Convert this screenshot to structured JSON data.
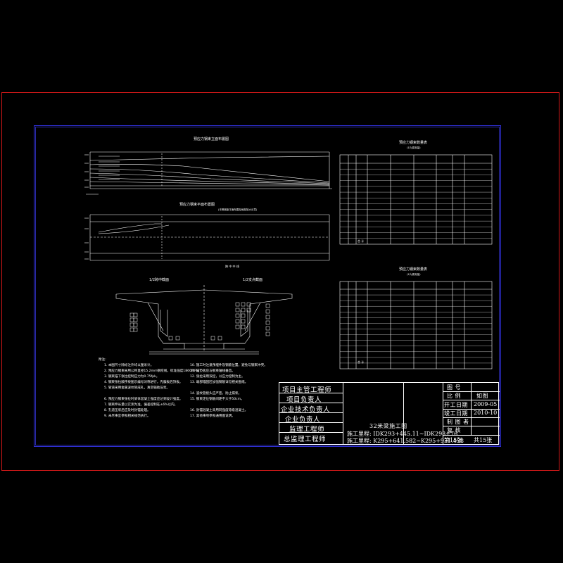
{
  "drawing": {
    "elevation_title": "预应力钢束立面布置图",
    "plan_title": "预应力钢束平面布置图",
    "plan_subtitle": "(半跨钢束平面布置及局部放大示意)",
    "plan_center_label": "跨 中 中 线",
    "section_left_title": "1/2跨中截面",
    "section_right_title": "1/2支点截面"
  },
  "tables": {
    "top_title": "预应力钢束数量表",
    "top_subtitle": "(1片梁用量)",
    "bottom_title": "预应力钢束数量表",
    "bottom_subtitle": "(1片梁用量)",
    "total_label_top": "合 计",
    "total_label_bottom": "合 计"
  },
  "notes": {
    "heading": "附注:",
    "left": [
      "1. 本图尺寸除标注外均以厘米计。",
      "2. 预应力钢束采用公称直径15.2mm钢绞线，标准强度1860MPa。",
      "3. 钢束锚下张拉控制应力为0.75fpk。",
      "4. 钢束张拉顺序按图示编号对称进行，先腹板后顶板。",
      "5. 管道采用金属波纹管成孔，真空辅助压浆。",
      "",
      "6. 预应力钢束张拉时梁体混凝土强度应达到设计强度。",
      "7. 钢束伸长量以实测为准，偏差控制在±6%以内。",
      "8. 孔道压浆后应及时封锚处理。",
      "9. 未尽事宜参照相关规范执行。"
    ],
    "right": [
      "10. 施工时注意预埋件及钢筋位置，避免与钢束冲突。",
      "11. 锚垫板应与钢束轴线垂直。",
      "12. 张拉采用双控，以应力控制为主。",
      "13. 端部锚固区加强钢筋详见相关图纸。",
      "",
      "14. 波纹管接头应严密，防止漏浆。",
      "15. 钢束定位钢筋间距不大于50cm。",
      "",
      "16. 封锚混凝土采用同强度等级混凝土。",
      "17. 其他事项参照通用图说明。"
    ]
  },
  "title_block": {
    "roles": [
      "项目主管工程师",
      "项目负责人",
      "企业技术负责人",
      "企业负责人",
      "监理工程师",
      "总监理工程师"
    ],
    "drawing_name": "32米梁施工图",
    "mileage_1": "施工里程: IDK293+445.11~IDK293+76",
    "mileage_2": "施工里程: K295+641.582~K295+931.458",
    "sheet_no": "第15张",
    "sheet_total": "共15张",
    "labels": {
      "figure_no": "图  号",
      "scale": "比  例",
      "start_date": "开工日期",
      "end_date": "竣工日期",
      "drafter": "制 图 者",
      "review": "复  核"
    },
    "values": {
      "scale": "如图",
      "start_date": "2009-05",
      "end_date": "2010-10"
    }
  },
  "colors": {
    "outer_frame": "#d01818",
    "inner_frame": "#3030d8",
    "lines": "#ffffff"
  }
}
